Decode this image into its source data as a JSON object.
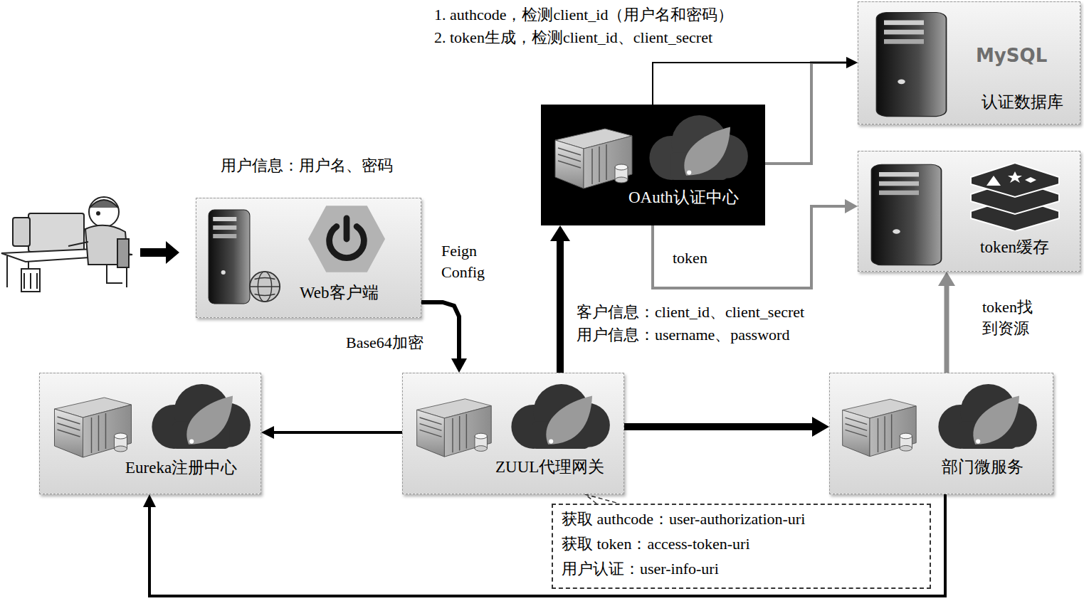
{
  "diagram": {
    "nodes": [
      {
        "text": [
          "OAuth认证中心"
        ]
      },
      {
        "text": [
          "认证数据库"
        ]
      },
      {
        "text": [
          "Web客户端"
        ]
      },
      {
        "text": [
          "token缓存"
        ]
      },
      {
        "text": [
          "Eureka注册中心"
        ]
      },
      {
        "text": [
          "ZUUL代理网关"
        ]
      },
      {
        "text": [
          "部门微服务"
        ]
      },
      {
        "text": [
          "获取 authcode：user-authorization-uri",
          "获取 token：access-token-uri",
          "用户认证：user-info-uri"
        ]
      }
    ],
    "edges": [
      {
        "from": 2,
        "to": 5,
        "arrow": "to"
      },
      {
        "from": 5,
        "to": 0,
        "arrow": "to"
      },
      {
        "from": 0,
        "to": 1,
        "arrow": "to"
      },
      {
        "from": 0,
        "to": 1,
        "arrow": "to"
      },
      {
        "from": 0,
        "to": 3,
        "label": "token",
        "arrow": "to"
      },
      {
        "from": 5,
        "to": 6,
        "arrow": "to"
      },
      {
        "from": 5,
        "to": 4,
        "arrow": "to"
      },
      {
        "from": 6,
        "to": 3,
        "arrow": "to"
      },
      {
        "from": 6,
        "to": 4,
        "arrow": "to"
      },
      {
        "from": 7,
        "to": 5,
        "arrow": "none"
      }
    ],
    "labels": [
      "1. authcode，检测client_id（用户名和密码）",
      "2. token生成，检测client_id、client_secret",
      "MySQL",
      "用户信息：用户名、密码",
      "Feign Config",
      "Base64加密",
      "客户信息：client_id、client_secret",
      "用户信息：username、password",
      "token找到资源"
    ]
  }
}
